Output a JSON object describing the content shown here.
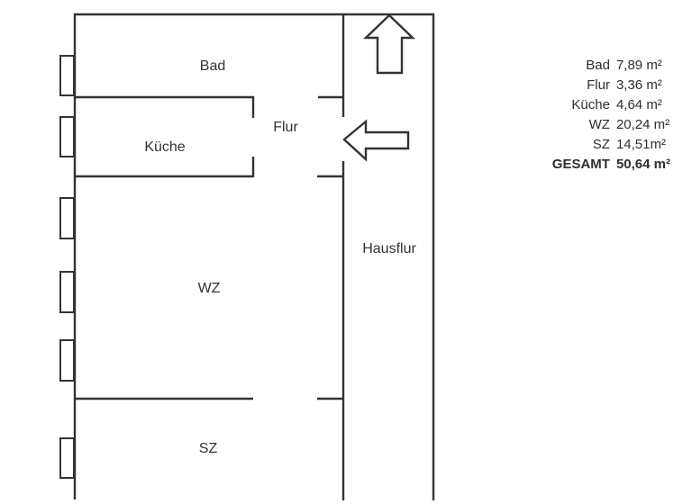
{
  "floor_plan": {
    "rooms": [
      {
        "name": "Bad"
      },
      {
        "name": "Küche"
      },
      {
        "name": "Flur"
      },
      {
        "name": "WZ"
      },
      {
        "name": "SZ"
      },
      {
        "name": "Hausflur"
      }
    ],
    "symbols": {
      "window_count": 6,
      "arrows": [
        "up-entrance-arrow",
        "left-entrance-arrow"
      ]
    }
  },
  "legend": {
    "rows": [
      {
        "label": "Bad",
        "value": "7,89 m²"
      },
      {
        "label": "Flur",
        "value": "3,36 m²"
      },
      {
        "label": "Küche",
        "value": "4,64 m²"
      },
      {
        "label": "WZ",
        "value": "20,24 m²"
      },
      {
        "label": "SZ",
        "value": "14,51m²"
      },
      {
        "label": "GESAMT",
        "value": "50,64 m²"
      }
    ]
  },
  "colors": {
    "wall": "#333333",
    "text": "#333333",
    "background": "#ffffff"
  }
}
